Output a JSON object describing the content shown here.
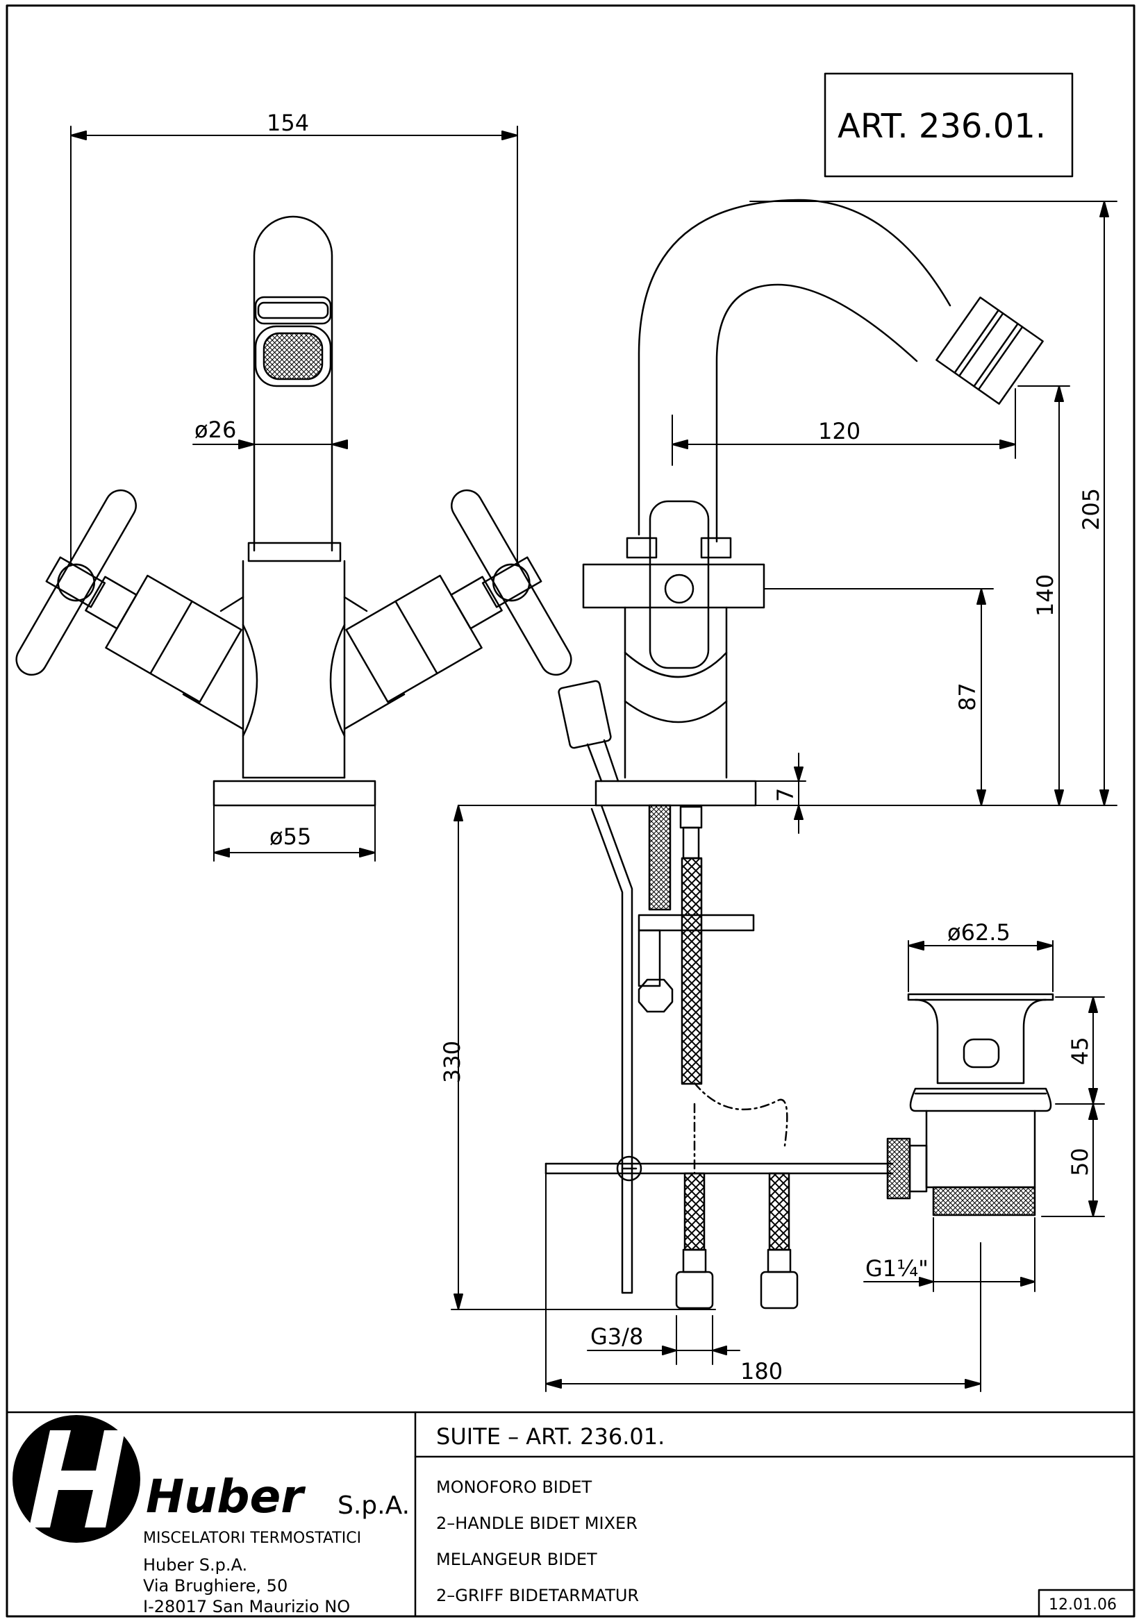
{
  "header": {
    "article_box": "ART.  236.01."
  },
  "dimensions": {
    "front_width": "154",
    "spout_diameter": "ø26",
    "base_diameter": "ø55",
    "spout_reach": "120",
    "total_height": "205",
    "height_140": "140",
    "height_87": "87",
    "base_thickness": "7",
    "below_deck": "330",
    "waste_diameter": "ø62.5",
    "waste_45": "45",
    "waste_50": "50",
    "thread_waste": "G1¼\"",
    "thread_inlet": "G3/8",
    "overall_180": "180"
  },
  "title_block": {
    "logo_word": "Huber",
    "logo_suffix": "S.p.A.",
    "subtitle": "MISCELATORI TERMOSTATICI",
    "address": [
      "Huber S.p.A.",
      "Via Brughiere, 50",
      "I-28017 San Maurizio NO"
    ],
    "product_title": "SUITE  –  ART.  236.01.",
    "descriptions": [
      "MONOFORO BIDET",
      "2–HANDLE BIDET MIXER",
      "MELANGEUR BIDET",
      "2–GRIFF BIDETARMATUR"
    ],
    "date": "12.01.06"
  },
  "colors": {
    "line": "#000000",
    "paper": "#ffffff"
  }
}
